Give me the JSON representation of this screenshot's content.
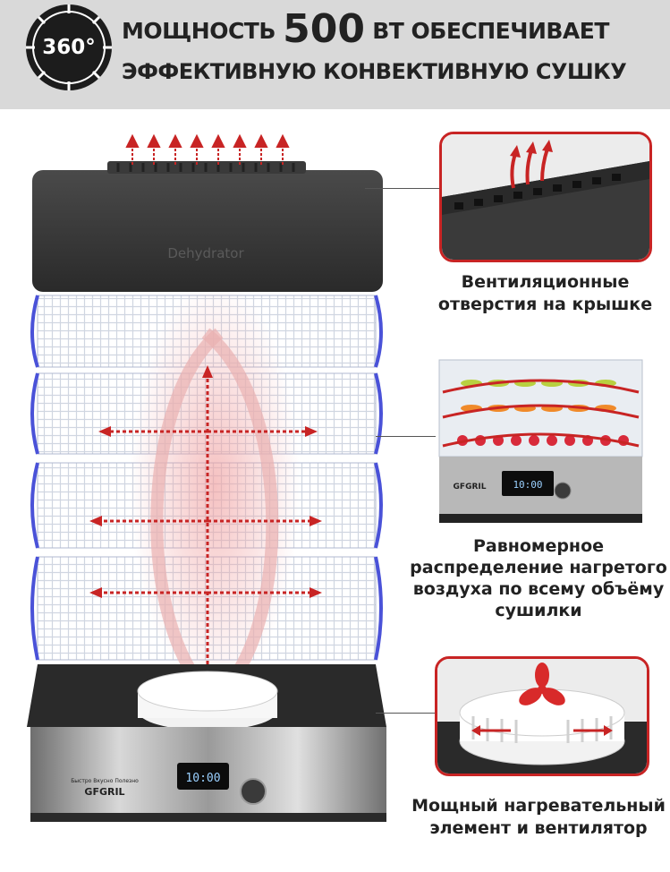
{
  "header": {
    "badge": "360°",
    "line1_prefix": "МОЩНОСТЬ",
    "line1_big": "500",
    "line1_suffix": "Вт ОБЕСПЕЧИВАЕТ",
    "line2": "ЭФФЕКТИВНУЮ КОНВЕКТИВНУЮ СУШКУ"
  },
  "product": {
    "lid_text": "Dehydrator",
    "brand": "GFGRIL",
    "slogan": "Быстро Вкусно Полезно",
    "display": "10:00"
  },
  "callouts": [
    {
      "id": "vents",
      "lines": [
        "Вентиляционные",
        "отверстия на крышке"
      ]
    },
    {
      "id": "airflow",
      "lines": [
        "Равномерное",
        "распределение нагретого",
        "воздуха по всему объёму",
        "сушилки"
      ]
    },
    {
      "id": "heater",
      "lines": [
        "Мощный нагревательный",
        "элемент и вентилятор"
      ]
    }
  ],
  "colors": {
    "accent": "#c82424",
    "header_bg": "#d9d9d9",
    "text": "#222222"
  }
}
